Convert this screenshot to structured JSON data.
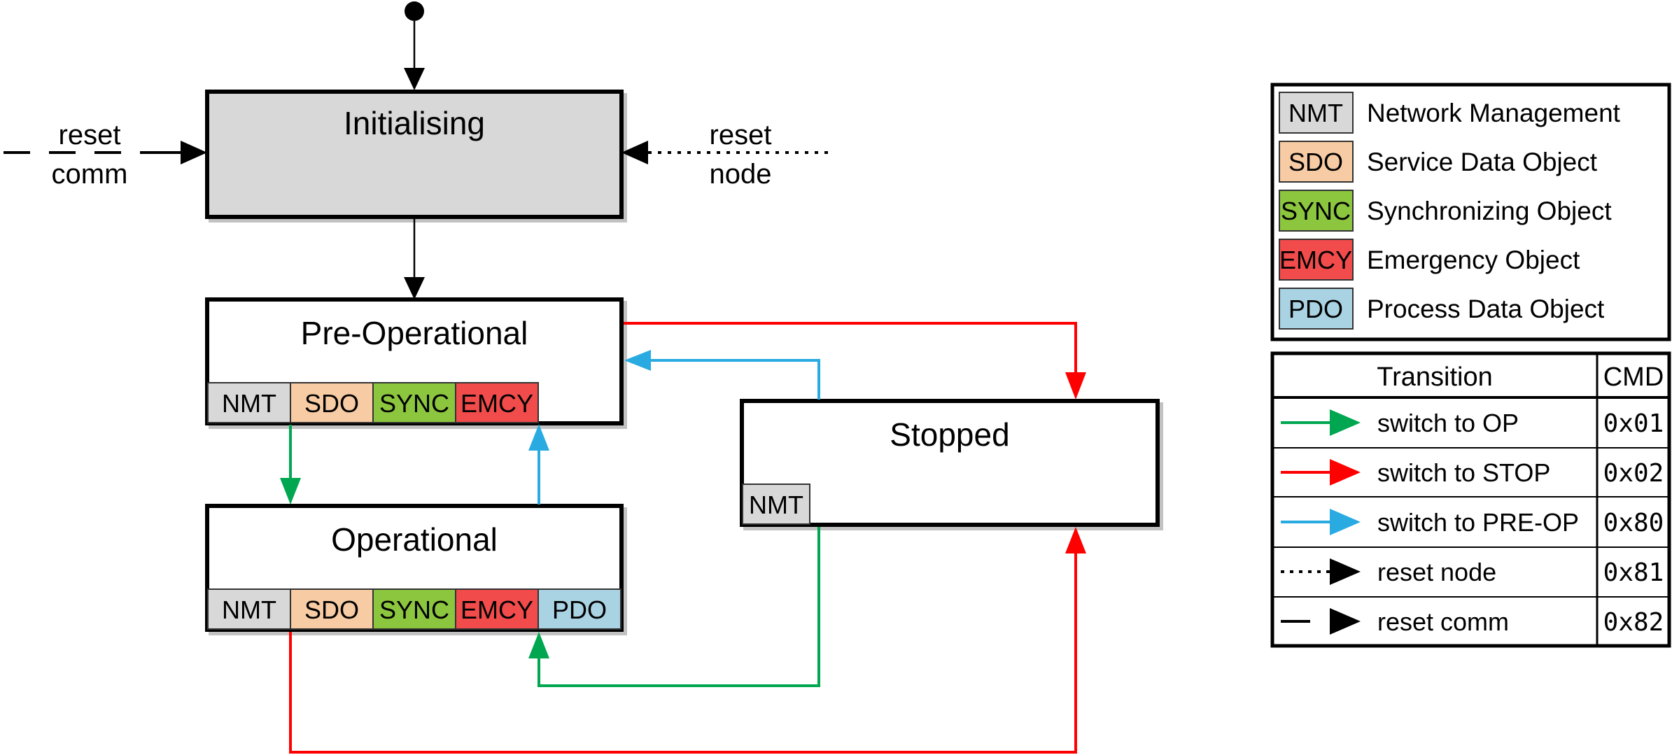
{
  "diagram": {
    "initial_state_marker": "start-dot",
    "states": {
      "initialising": {
        "label": "Initialising",
        "fill": "#d8d8d8",
        "tags": []
      },
      "pre_operational": {
        "label": "Pre-Operational",
        "fill": "#ffffff",
        "tags": [
          "NMT",
          "SDO",
          "SYNC",
          "EMCY"
        ]
      },
      "operational": {
        "label": "Operational",
        "fill": "#ffffff",
        "tags": [
          "NMT",
          "SDO",
          "SYNC",
          "EMCY",
          "PDO"
        ]
      },
      "stopped": {
        "label": "Stopped",
        "fill": "#ffffff",
        "tags": [
          "NMT"
        ]
      }
    },
    "external_events": {
      "reset_comm": {
        "line1": "reset",
        "line2": "comm",
        "target": "initialising",
        "style": "black-dashed"
      },
      "reset_node": {
        "line1": "reset",
        "line2": "node",
        "target": "initialising",
        "style": "black-dotted"
      }
    },
    "transitions": [
      {
        "from": "start",
        "to": "initialising",
        "style": "black-solid"
      },
      {
        "from": "initialising",
        "to": "pre_operational",
        "style": "black-solid"
      },
      {
        "from": "pre_operational",
        "to": "operational",
        "style": "green"
      },
      {
        "from": "operational",
        "to": "pre_operational",
        "style": "blue"
      },
      {
        "from": "pre_operational",
        "to": "stopped",
        "style": "red"
      },
      {
        "from": "stopped",
        "to": "pre_operational",
        "style": "blue"
      },
      {
        "from": "stopped",
        "to": "operational",
        "style": "green"
      },
      {
        "from": "operational",
        "to": "stopped",
        "style": "red"
      }
    ]
  },
  "legend": {
    "rows": [
      {
        "tag": "NMT",
        "color": "#d8d8d8",
        "label": "Network Management"
      },
      {
        "tag": "SDO",
        "color": "#f7cba3",
        "label": "Service Data Object"
      },
      {
        "tag": "SYNC",
        "color": "#8cc63f",
        "label": "Synchronizing Object"
      },
      {
        "tag": "EMCY",
        "color": "#f24b4b",
        "label": "Emergency Object"
      },
      {
        "tag": "PDO",
        "color": "#a9d2e3",
        "label": "Process Data Object"
      }
    ]
  },
  "transition_table": {
    "headers": {
      "transition": "Transition",
      "cmd": "CMD"
    },
    "rows": [
      {
        "label": "switch to OP",
        "cmd": "0x01",
        "arrow": "green-solid",
        "color": "#00a650"
      },
      {
        "label": "switch to STOP",
        "cmd": "0x02",
        "arrow": "red-solid",
        "color": "#fe0000"
      },
      {
        "label": "switch to PRE-OP",
        "cmd": "0x80",
        "arrow": "blue-solid",
        "color": "#29abe2"
      },
      {
        "label": "reset node",
        "cmd": "0x81",
        "arrow": "black-dotted",
        "color": "#000000"
      },
      {
        "label": "reset comm",
        "cmd": "0x82",
        "arrow": "black-dashed",
        "color": "#000000"
      }
    ]
  },
  "colors": {
    "nmt": "#d8d8d8",
    "sdo": "#f7cba3",
    "sync": "#8cc63f",
    "emcy": "#f24b4b",
    "pdo": "#a9d2e3",
    "green_arrow": "#00a650",
    "red_arrow": "#fe0000",
    "blue_arrow": "#29abe2",
    "black": "#000000",
    "init_fill": "#d8d8d8",
    "state_fill": "#ffffff",
    "shadow": "#c2c2c2"
  }
}
